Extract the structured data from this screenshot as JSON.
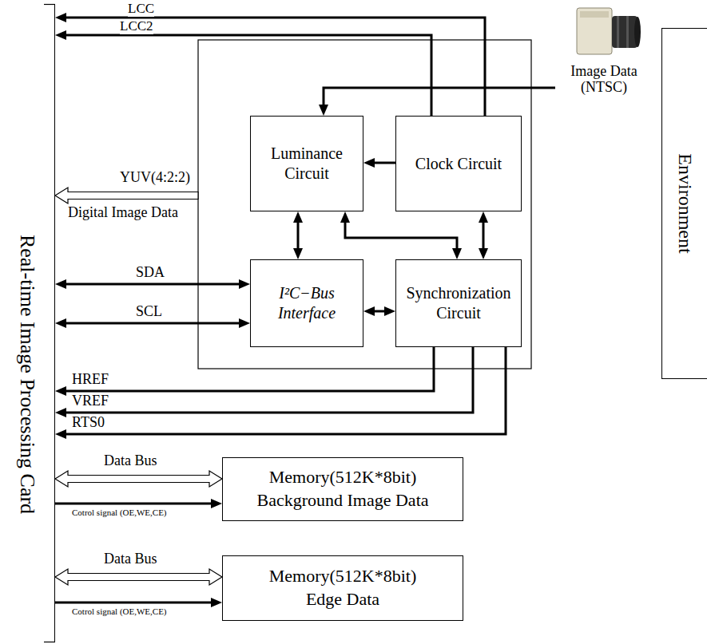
{
  "diagram": {
    "nodes": [
      {
        "text": [
          "Real-time Image Processing Card"
        ]
      },
      {
        "text": [
          "Luminance Circuit"
        ]
      },
      {
        "text": [
          "Clock Circuit"
        ]
      },
      {
        "text": [
          "I²C−Bus Interface"
        ]
      },
      {
        "text": [
          "Synchronization Circuit"
        ]
      },
      {
        "text": [
          "Memory(512K*8bit)",
          "Background Image Data"
        ]
      },
      {
        "text": [
          "Memory(512K*8bit)",
          "Edge Data"
        ]
      },
      {
        "text": [
          "Environment"
        ]
      }
    ],
    "edges": [
      {
        "from": 2,
        "to": 0,
        "arrow": "to",
        "label": "LCC"
      },
      {
        "from": 2,
        "to": 0,
        "arrow": "to",
        "label": "LCC2"
      },
      {
        "from": 2,
        "to": 1,
        "arrow": "to"
      },
      {
        "from": 1,
        "to": 3,
        "arrow": "both"
      },
      {
        "from": 1,
        "to": 4,
        "arrow": "both"
      },
      {
        "from": 2,
        "to": 4,
        "arrow": "both"
      },
      {
        "from": 3,
        "to": 4,
        "arrow": "both"
      },
      {
        "from": 0,
        "to": 3,
        "arrow": "both",
        "label": "SDA"
      },
      {
        "from": 0,
        "to": 3,
        "arrow": "both",
        "label": "SCL"
      },
      {
        "from": 4,
        "to": 0,
        "arrow": "to",
        "label": "HREF"
      },
      {
        "from": 4,
        "to": 0,
        "arrow": "to",
        "label": "VREF"
      },
      {
        "from": 4,
        "to": 0,
        "arrow": "to",
        "label": "RTS0"
      },
      {
        "from": 0,
        "to": 5,
        "arrow": "both",
        "label": "Data Bus"
      },
      {
        "from": 0,
        "to": 5,
        "arrow": "to",
        "label": "Cotrol signal (OE,WE,CE)"
      },
      {
        "from": 0,
        "to": 6,
        "arrow": "both",
        "label": "Data Bus"
      },
      {
        "from": 0,
        "to": 6,
        "arrow": "to",
        "label": "Cotrol signal (OE,WE,CE)"
      }
    ],
    "labels": [
      "YUV(4:2:2)",
      "Digital Image Data",
      "Image Data (NTSC)"
    ]
  }
}
